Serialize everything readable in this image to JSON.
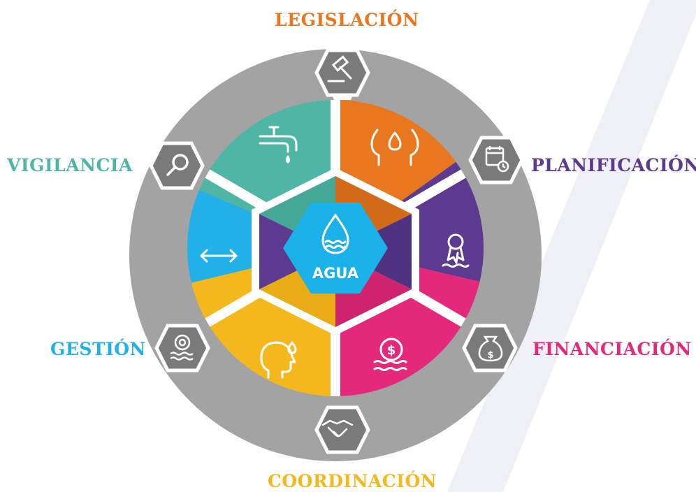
{
  "center": {
    "label": "AGUA"
  },
  "labels": {
    "legislacion": "LEGISLACIÓN",
    "planificacion": "PLANIFICACIÓN",
    "financiacion": "FINANCIACIÓN",
    "coordinacion": "COORDINACIÓN",
    "gestion": "GESTIÓN",
    "vigilancia": "VIGILANCIA"
  },
  "colors": {
    "legislacion": "#e8771f",
    "planificacion": "#5b3a8f",
    "financiacion": "#e5297a",
    "coordinacion": "#f5b81c",
    "gestion": "#22b0e8",
    "vigilancia": "#4fb5a4",
    "ring": "#a3a3a3",
    "hex_badge": "#7a7a7a",
    "center": "#1bb1e9"
  },
  "icons": [
    "gavel-icon",
    "calendar-icon",
    "money-bag-icon",
    "handshake-icon",
    "water-coin-icon",
    "magnifier-icon",
    "faucet-icon",
    "hands-water-icon",
    "award-icon",
    "dollar-water-icon",
    "head-water-icon",
    "arrows-horizontal-icon",
    "water-drop-icon"
  ]
}
